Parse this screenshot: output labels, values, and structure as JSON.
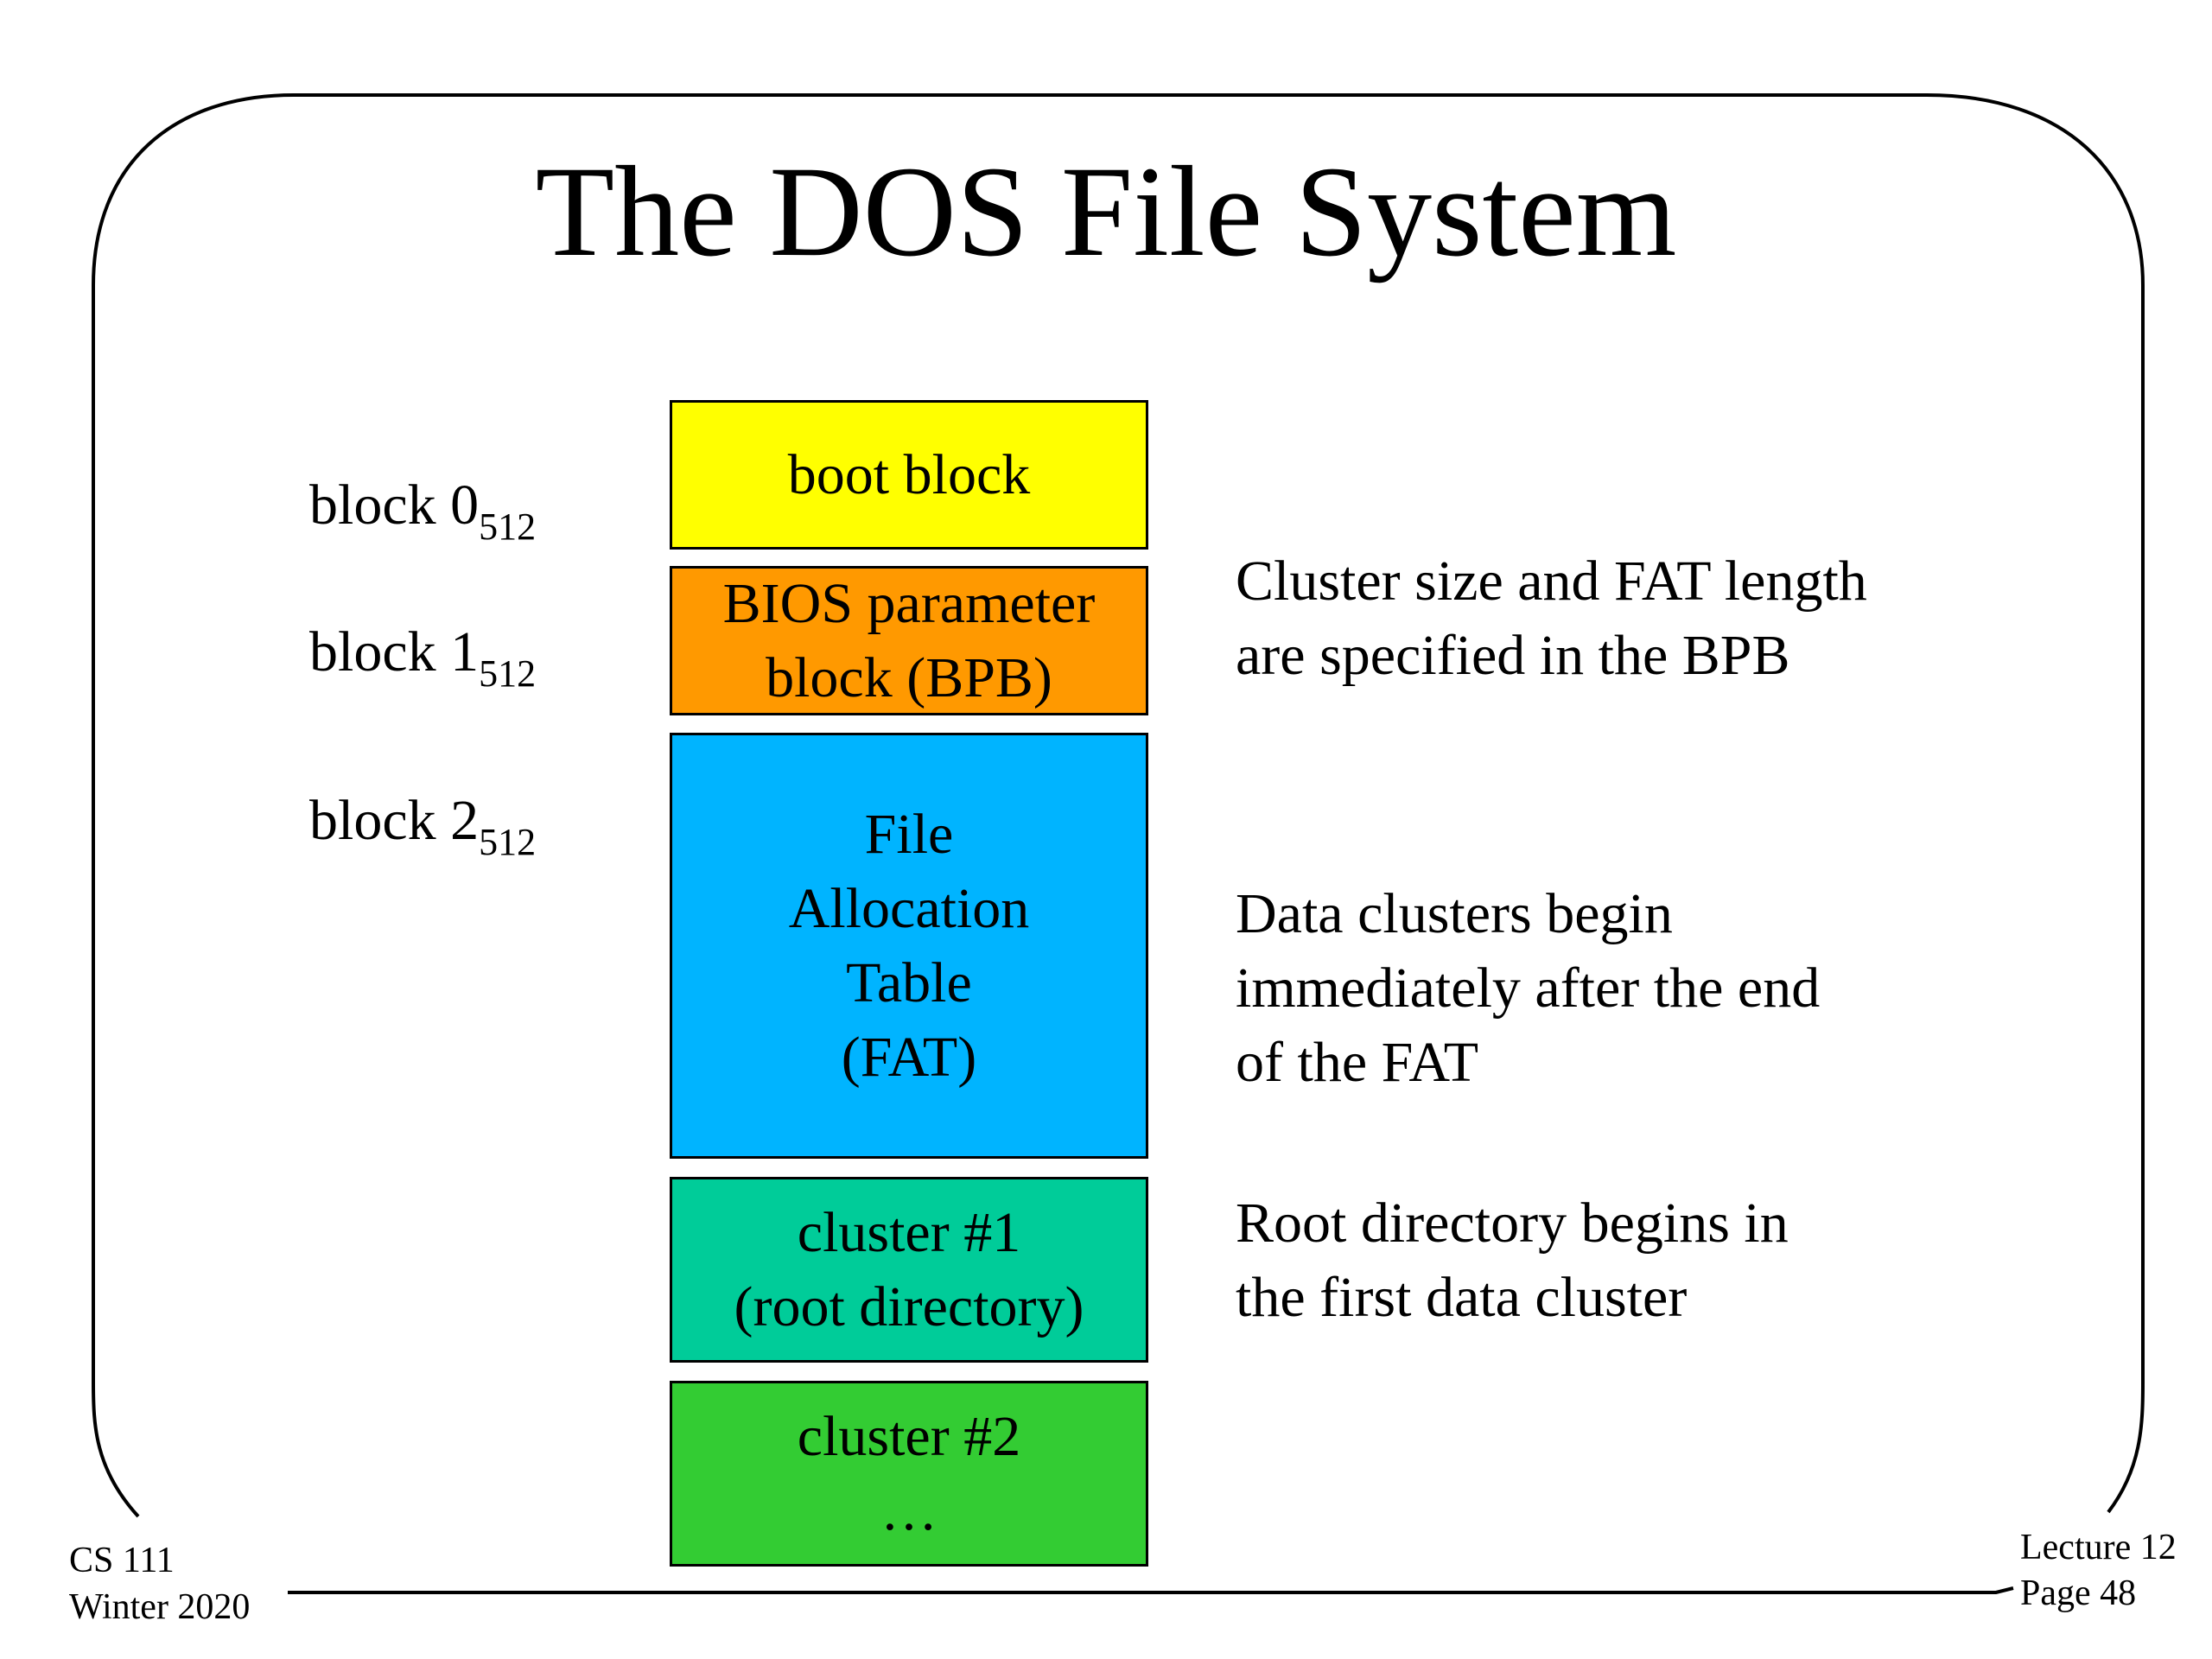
{
  "slide": {
    "title": "The DOS File System"
  },
  "block_labels": [
    {
      "text": "block 0",
      "sub": "512"
    },
    {
      "text": "block 1",
      "sub": "512"
    },
    {
      "text": "block 2",
      "sub": "512"
    }
  ],
  "boxes": [
    {
      "lines": [
        "boot block"
      ],
      "color": "#ffff00"
    },
    {
      "lines": [
        "BIOS parameter",
        "block (BPB)"
      ],
      "color": "#ff9900"
    },
    {
      "lines": [
        "File",
        "Allocation",
        "Table",
        "(FAT)"
      ],
      "color": "#00b4ff"
    },
    {
      "lines": [
        "cluster #1",
        "(root directory)"
      ],
      "color": "#00cc99"
    },
    {
      "lines": [
        "cluster #2",
        "…"
      ],
      "color": "#33cc33"
    }
  ],
  "notes": [
    {
      "lines": [
        "Cluster size and FAT length",
        "are specified in the BPB"
      ]
    },
    {
      "lines": [
        "Data clusters begin",
        "immediately after the end",
        "of the FAT"
      ]
    },
    {
      "lines": [
        "Root directory begins in",
        "the first data cluster"
      ]
    }
  ],
  "footer": {
    "course": "CS 111",
    "term": "Winter 2020",
    "lecture": "Lecture 12",
    "page": "Page 48"
  }
}
